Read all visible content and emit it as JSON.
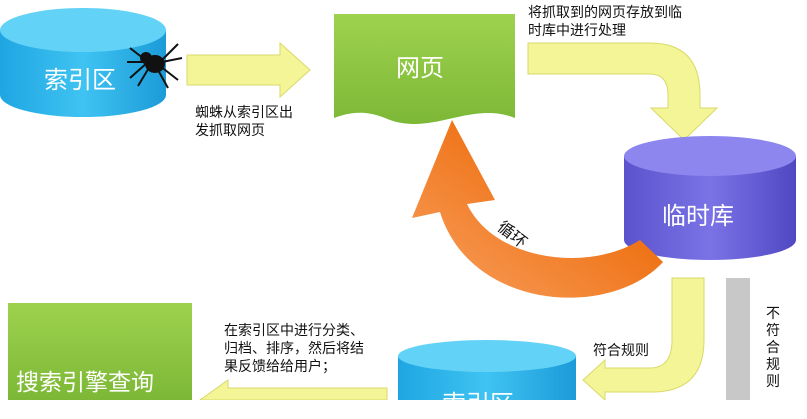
{
  "nodes": {
    "index_top": "索引区",
    "webpage": "网页",
    "temp_store": "临时库",
    "index_bottom": "索引区",
    "search_query": "搜索引擎查询"
  },
  "notes": {
    "spider_line1": "蜘蛛从索引区出",
    "spider_line2": "发抓取网页",
    "store_line1": "将抓取到的网页存放到临",
    "store_line2": "时库中进行处理",
    "loop": "循环",
    "match_rule": "符合规则",
    "not_match_rule": "不符合规则",
    "classify_line1": "在索引区中进行分类、",
    "classify_line2": "归档、排序，然后将结",
    "classify_line3": "果反馈给给用户；"
  },
  "colors": {
    "cyan_db": "#29b6ec",
    "green_box": "#8cc540",
    "purple_db": "#6a63d8",
    "yellow_arrow": "#f4f596",
    "orange_arrow": "#f07a1c",
    "gray_arrow": "#c8c8c8"
  },
  "icons": {
    "spider": "spider-icon"
  }
}
